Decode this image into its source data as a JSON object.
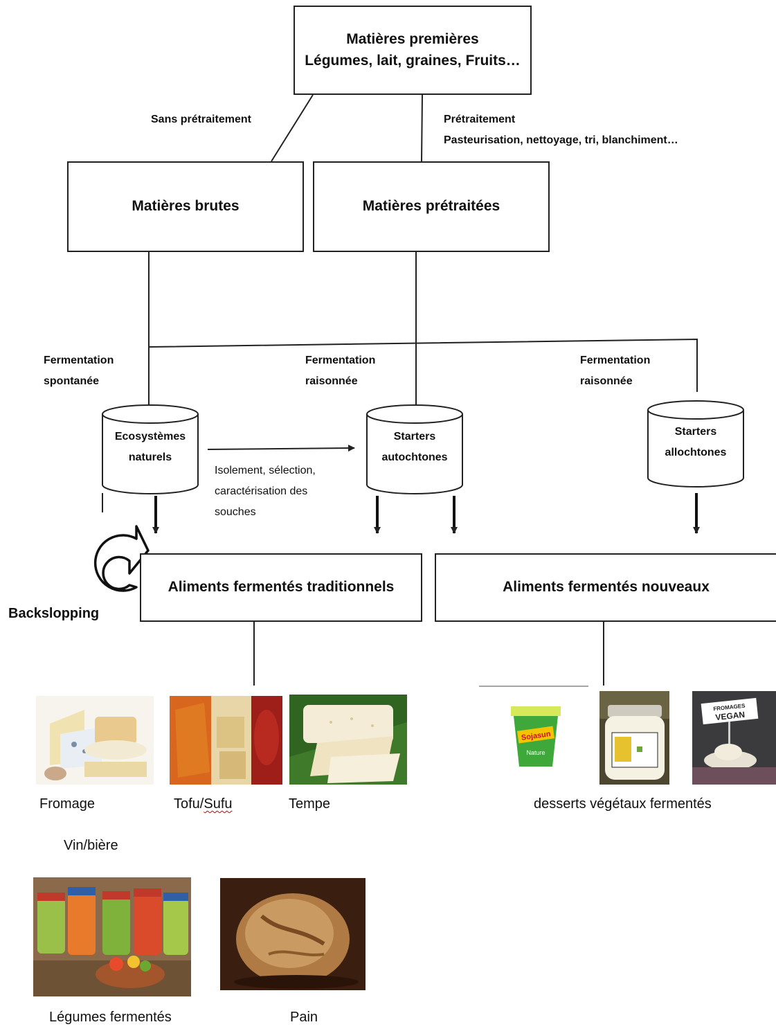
{
  "boxes": {
    "raw_materials": {
      "line1": "Matières premières",
      "line2": "Légumes, lait, graines, Fruits…"
    },
    "crude": "Matières brutes",
    "pretreated": "Matières prétraitées",
    "traditional": "Aliments fermentés traditionnels",
    "novel": "Aliments fermentés nouveaux"
  },
  "labels": {
    "no_pretreatment": "Sans prétraitement",
    "pretreatment": {
      "line1": "Prétraitement",
      "line2": "Pasteurisation, nettoyage, tri, blanchiment…"
    },
    "spontaneous": {
      "line1": "Fermentation",
      "line2": "spontanée"
    },
    "reasoned_1": {
      "line1": "Fermentation",
      "line2": "raisonnée"
    },
    "reasoned_2": {
      "line1": "Fermentation",
      "line2": "raisonnée"
    },
    "isolation": {
      "line1": "Isolement, sélection,",
      "line2": "caractérisation des",
      "line3": "souches"
    },
    "backslopping": "Backslopping"
  },
  "cylinders": {
    "natural": {
      "line1": "Ecosystèmes",
      "line2": "naturels"
    },
    "autochthonous": {
      "line1": "Starters",
      "line2": "autochtones"
    },
    "allochthonous": {
      "line1": "Starters",
      "line2": "allochtones"
    }
  },
  "products": {
    "fromage": "Fromage",
    "tofu_sufu_a": "Tofu/",
    "tofu_sufu_b": "Sufu",
    "tempe": "Tempe",
    "desserts": "desserts végétaux fermentés",
    "vin_biere": "Vin/bière",
    "legumes": "Légumes fermentés",
    "pain": "Pain"
  },
  "photo_text": {
    "sojasun": "Sojasun",
    "nature": "Nature",
    "vegan_book_1": "FROMAGES",
    "vegan_book_2": "VEGAN"
  },
  "colors": {
    "line": "#222222",
    "spell_underline": "#d40000"
  }
}
